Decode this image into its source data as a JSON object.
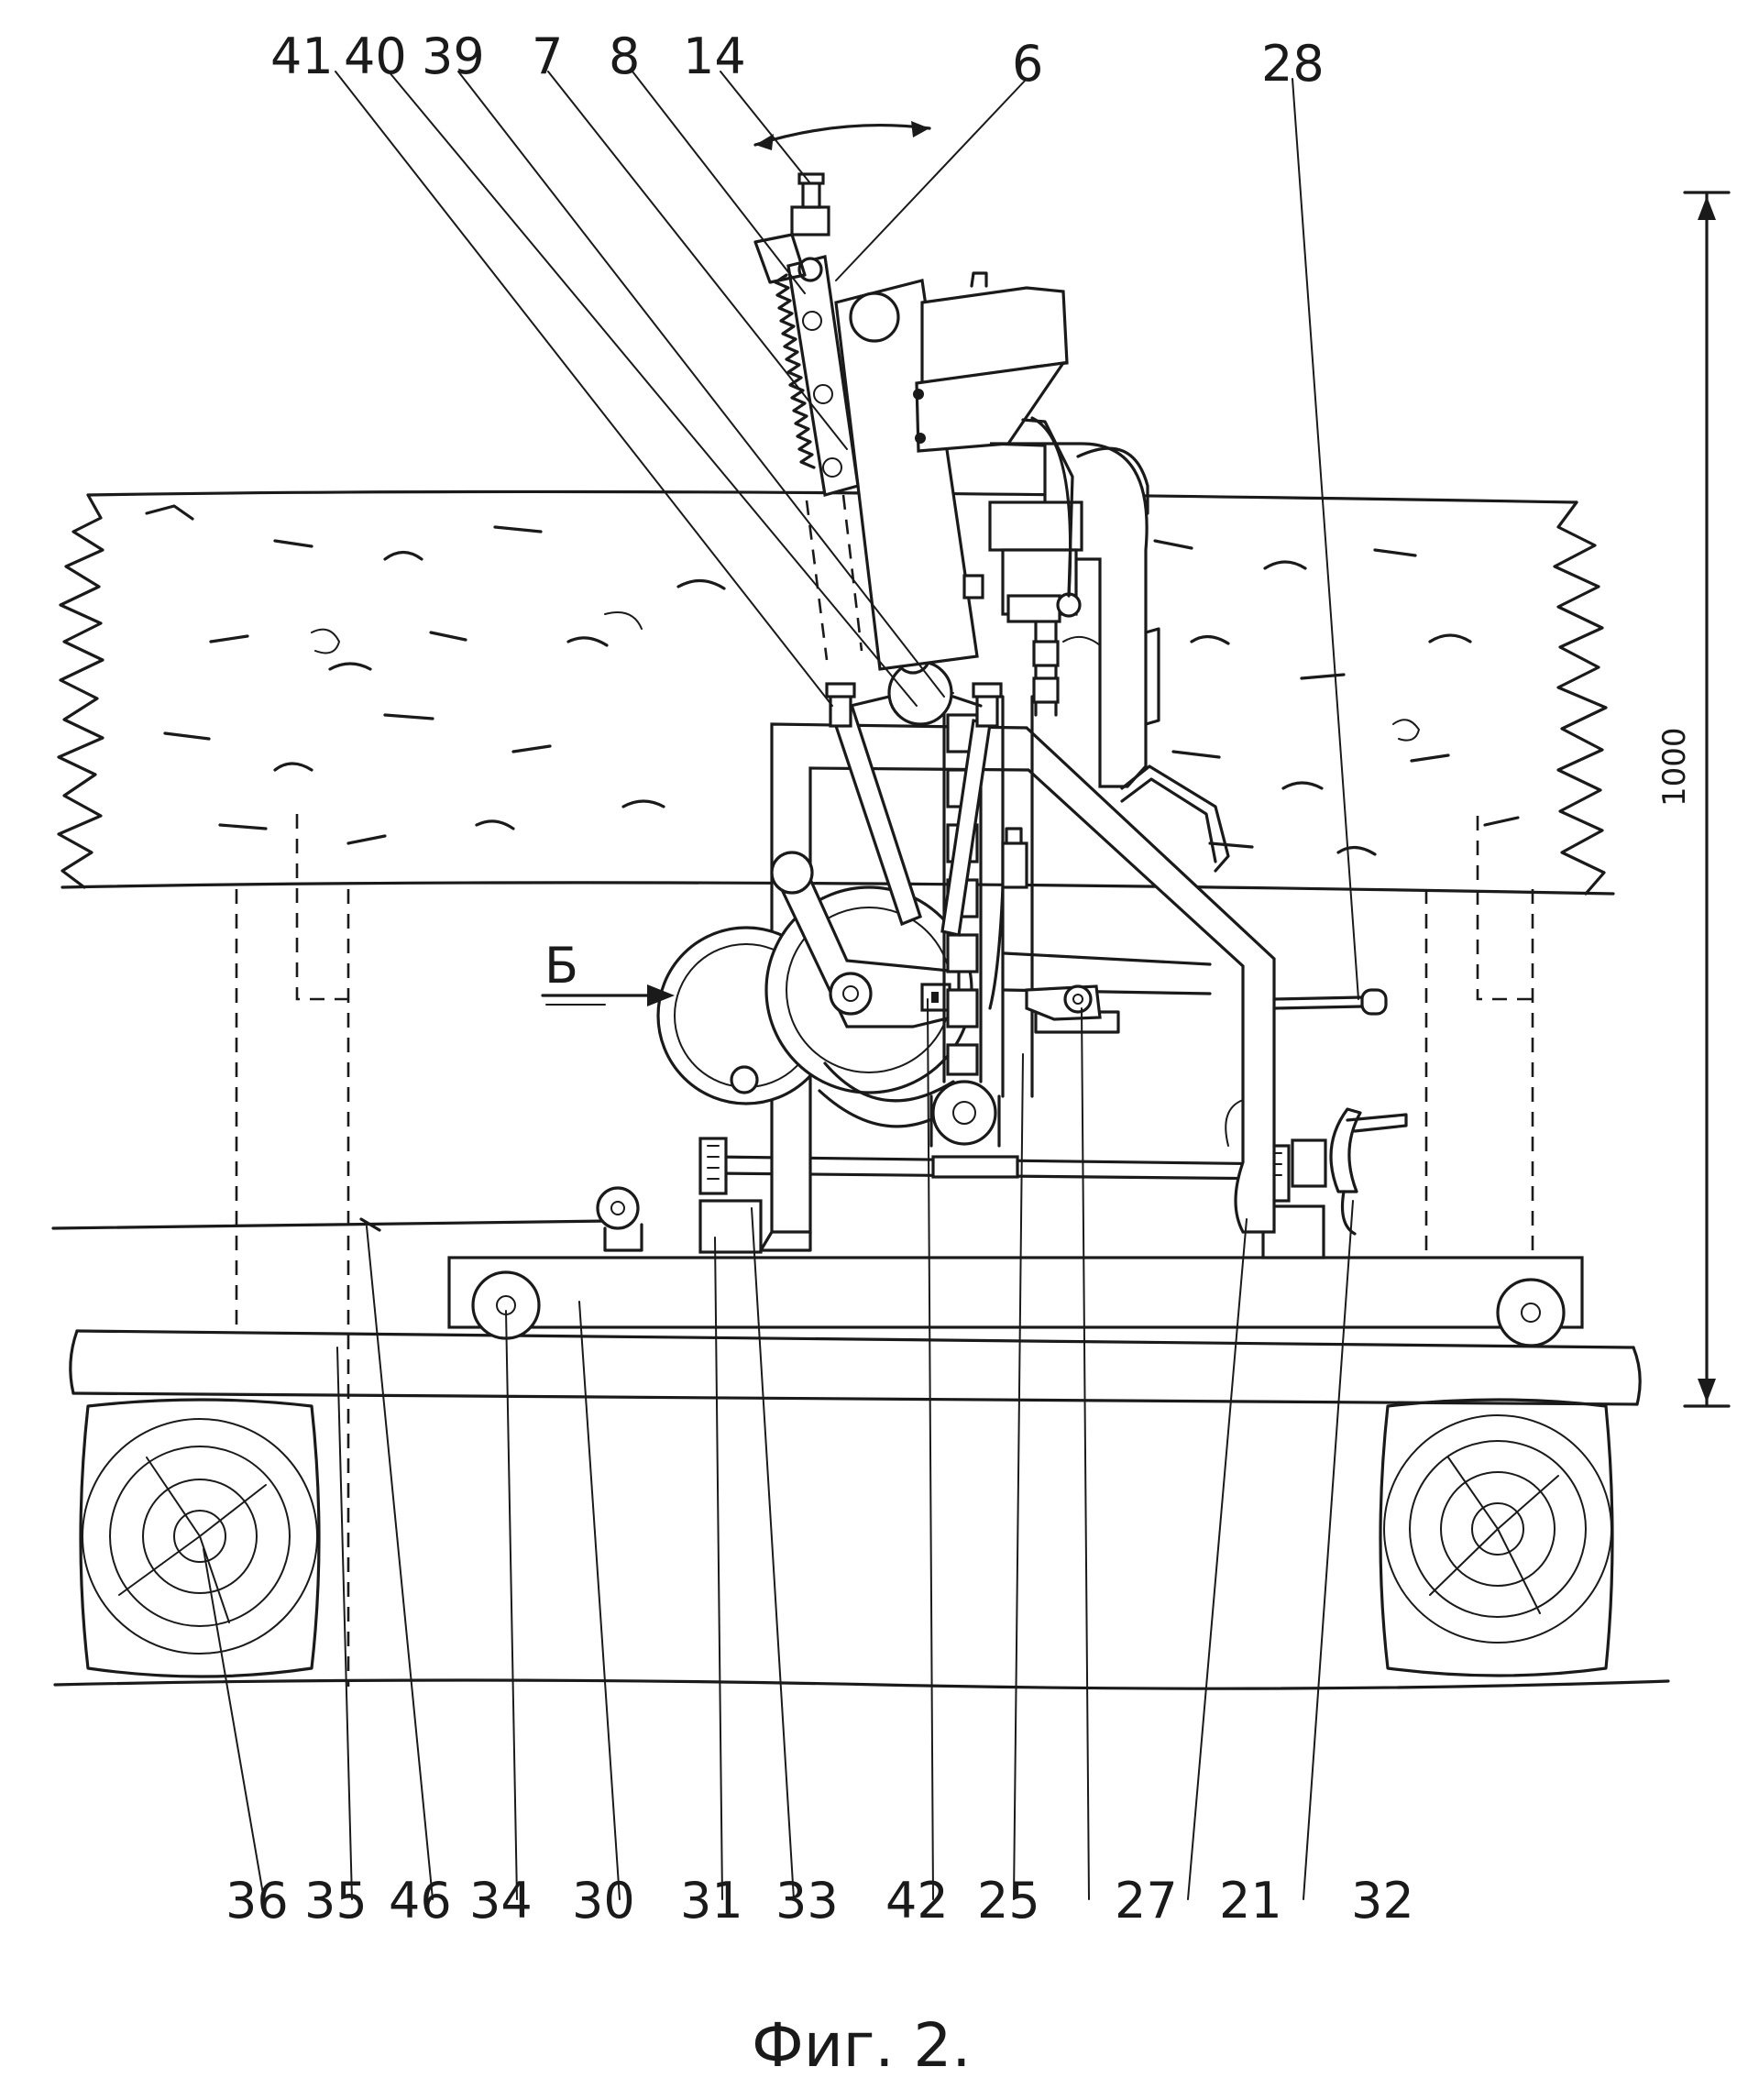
{
  "figure": {
    "caption": "Фиг. 2.",
    "dimension_label": "1000",
    "view_marker": "Б",
    "top_labels": [
      "41",
      "40",
      "39",
      "7",
      "8",
      "14",
      "6",
      "28"
    ],
    "bottom_labels": [
      "36",
      "35",
      "46",
      "34",
      "30",
      "31",
      "33",
      "42",
      "25",
      "27",
      "21",
      "32"
    ]
  },
  "colors": {
    "ink": "#1a1a1a",
    "paper": "#ffffff"
  }
}
